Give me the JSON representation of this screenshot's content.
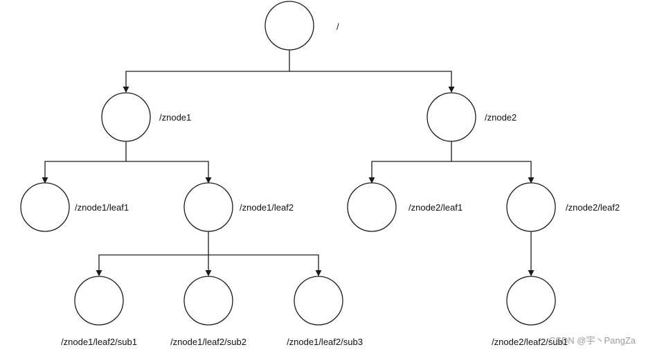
{
  "diagram": {
    "type": "tree",
    "colors": {
      "stroke": "#1a1a1a",
      "node_fill": "#ffffff",
      "label": "#111111",
      "watermark": "#8a8a8a"
    },
    "nodes": [
      {
        "id": "root",
        "label": "/"
      },
      {
        "id": "znode1",
        "label": "/znode1",
        "parent": "root"
      },
      {
        "id": "znode2",
        "label": "/znode2",
        "parent": "root"
      },
      {
        "id": "znode1-leaf1",
        "label": "/znode1/leaf1",
        "parent": "znode1"
      },
      {
        "id": "znode1-leaf2",
        "label": "/znode1/leaf2",
        "parent": "znode1"
      },
      {
        "id": "znode2-leaf1",
        "label": "/znode2/leaf1",
        "parent": "znode2"
      },
      {
        "id": "znode2-leaf2",
        "label": "/znode2/leaf2",
        "parent": "znode2"
      },
      {
        "id": "znode1-leaf2-sub1",
        "label": "/znode1/leaf2/sub1",
        "parent": "znode1-leaf2"
      },
      {
        "id": "znode1-leaf2-sub2",
        "label": "/znode1/leaf2/sub2",
        "parent": "znode1-leaf2"
      },
      {
        "id": "znode1-leaf2-sub3",
        "label": "/znode1/leaf2/sub3",
        "parent": "znode1-leaf2"
      },
      {
        "id": "znode2-leaf2-sub1",
        "label": "/znode2/leaf2/sub1",
        "parent": "znode2-leaf2"
      }
    ]
  },
  "watermark": {
    "text": "CSDN @宇丶PangZa"
  }
}
